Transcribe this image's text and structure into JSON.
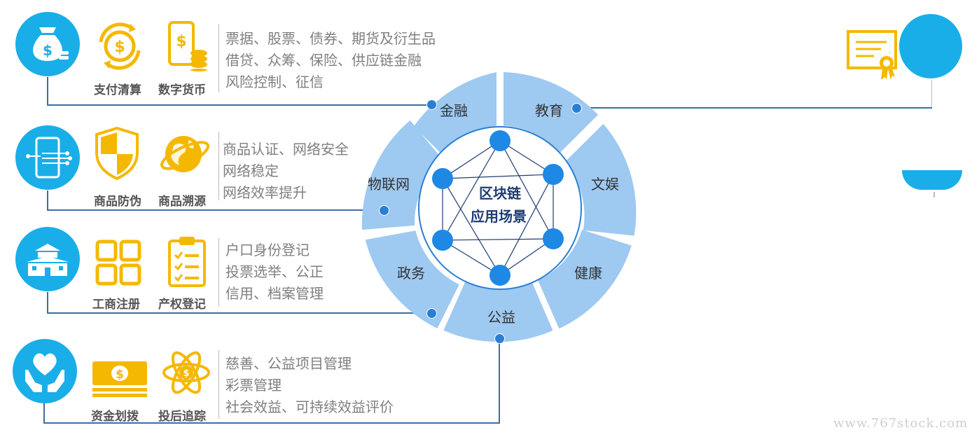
{
  "center": {
    "title_line1": "区块链",
    "title_line2": "应用场景"
  },
  "segments": [
    {
      "label": "金融"
    },
    {
      "label": "教育"
    },
    {
      "label": "文娱"
    },
    {
      "label": "健康"
    },
    {
      "label": "公益"
    },
    {
      "label": "政务"
    },
    {
      "label": "物联网"
    }
  ],
  "rows": [
    {
      "icon1": "支付清算",
      "icon2": "数字货币",
      "lines": [
        "票据、股票、债券、期货及衍生品",
        "借贷、众筹、保险、供应链金融",
        "风险控制、征信"
      ]
    },
    {
      "icon1": "商品防伪",
      "icon2": "商品溯源",
      "lines": [
        "商品认证、网络安全",
        "网络稳定",
        "网络效率提升"
      ]
    },
    {
      "icon1": "工商注册",
      "icon2": "产权登记",
      "lines": [
        "户口身份登记",
        "投票选举、公正",
        "信用、档案管理"
      ]
    },
    {
      "icon1": "资金划拨",
      "icon2": "投后追踪",
      "lines": [
        "慈善、公益项目管理",
        "彩票管理",
        "社会效益、可持续效益评价"
      ]
    }
  ],
  "watermark": "www.767stock.com",
  "colors": {
    "accent_blue": "#1aaee8",
    "segment_fill": "#9ec9f1",
    "icon_gold": "#f5b800",
    "node_blue": "#1e88e5",
    "connector": "#3a6fa8"
  }
}
